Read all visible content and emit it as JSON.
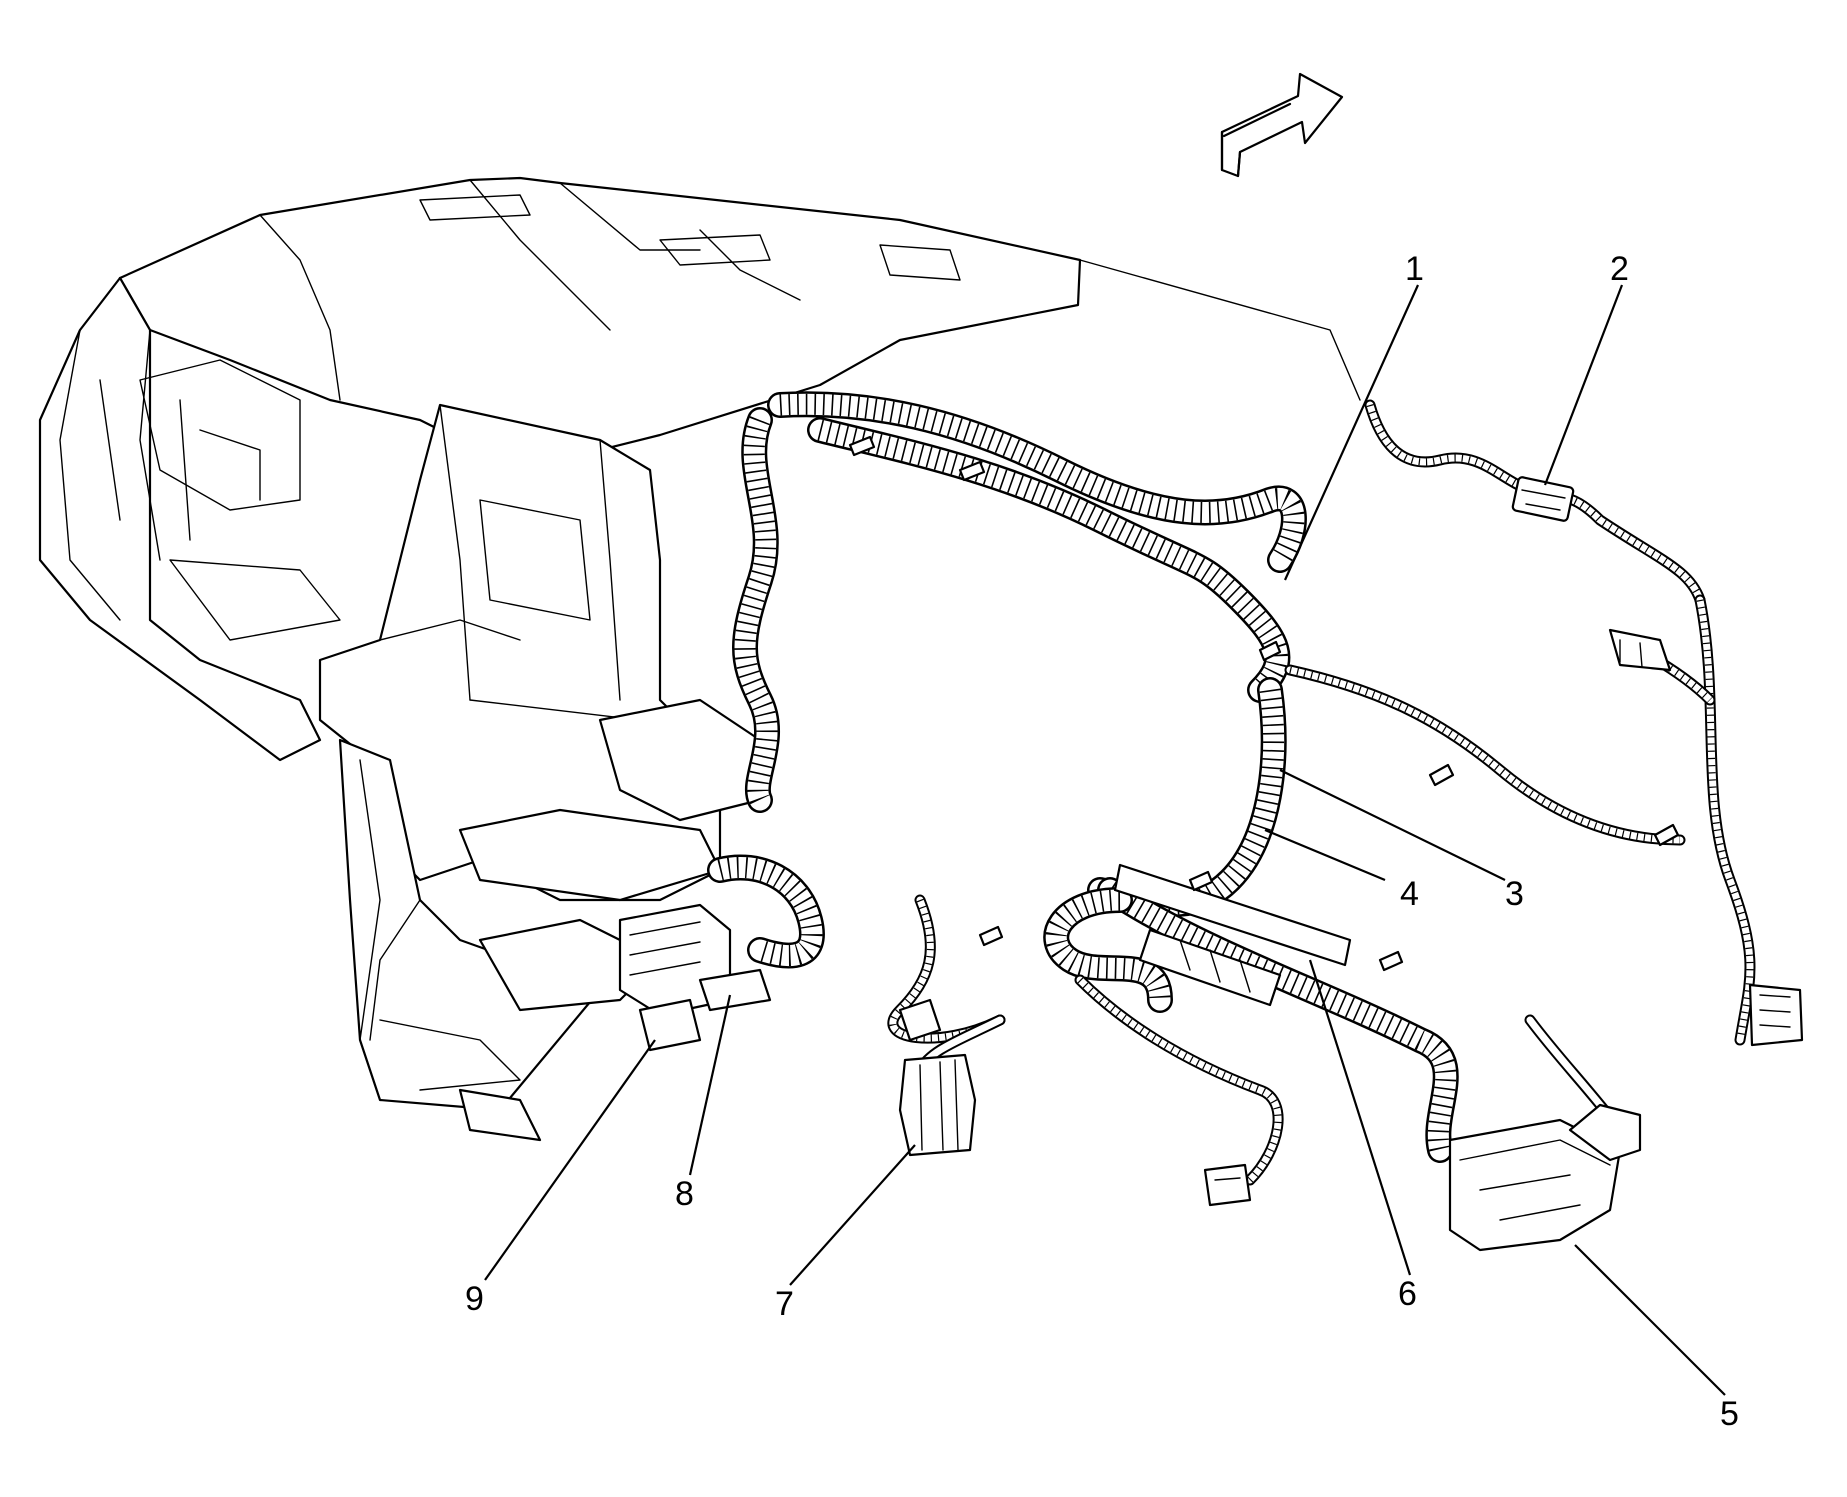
{
  "callouts": [
    {
      "id": "1",
      "label": "1"
    },
    {
      "id": "2",
      "label": "2"
    },
    {
      "id": "3",
      "label": "3"
    },
    {
      "id": "4",
      "label": "4"
    },
    {
      "id": "5",
      "label": "5"
    },
    {
      "id": "6",
      "label": "6"
    },
    {
      "id": "7",
      "label": "7"
    },
    {
      "id": "8",
      "label": "8"
    },
    {
      "id": "9",
      "label": "9"
    }
  ],
  "icons": {
    "direction_arrow": "front-direction-arrow-icon"
  }
}
